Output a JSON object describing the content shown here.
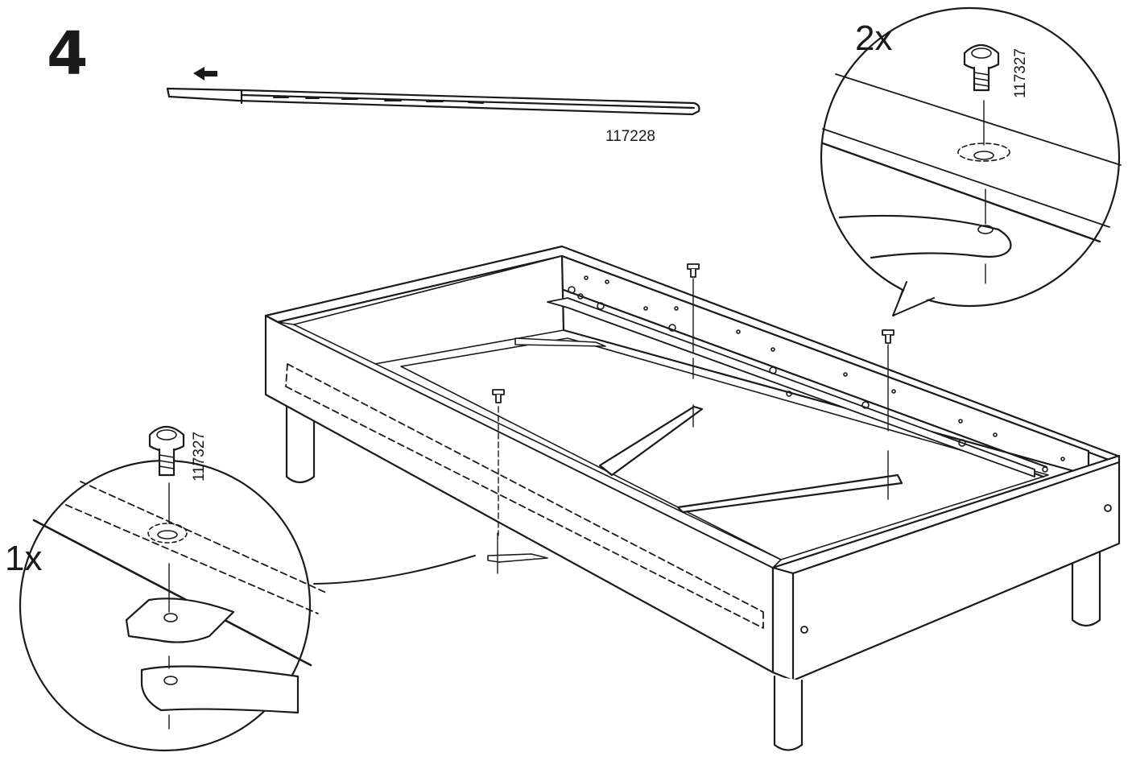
{
  "step_number": "4",
  "callouts": {
    "top_right": {
      "quantity": "2x",
      "part_number": "117327"
    },
    "bottom_left": {
      "quantity": "1x",
      "part_number": "117327"
    }
  },
  "slat": {
    "part_number": "117228",
    "direction": "left-arrow-icon"
  },
  "colors": {
    "line": "#1a1a1a",
    "background": "#ffffff",
    "shade": "#e6e6e6"
  }
}
